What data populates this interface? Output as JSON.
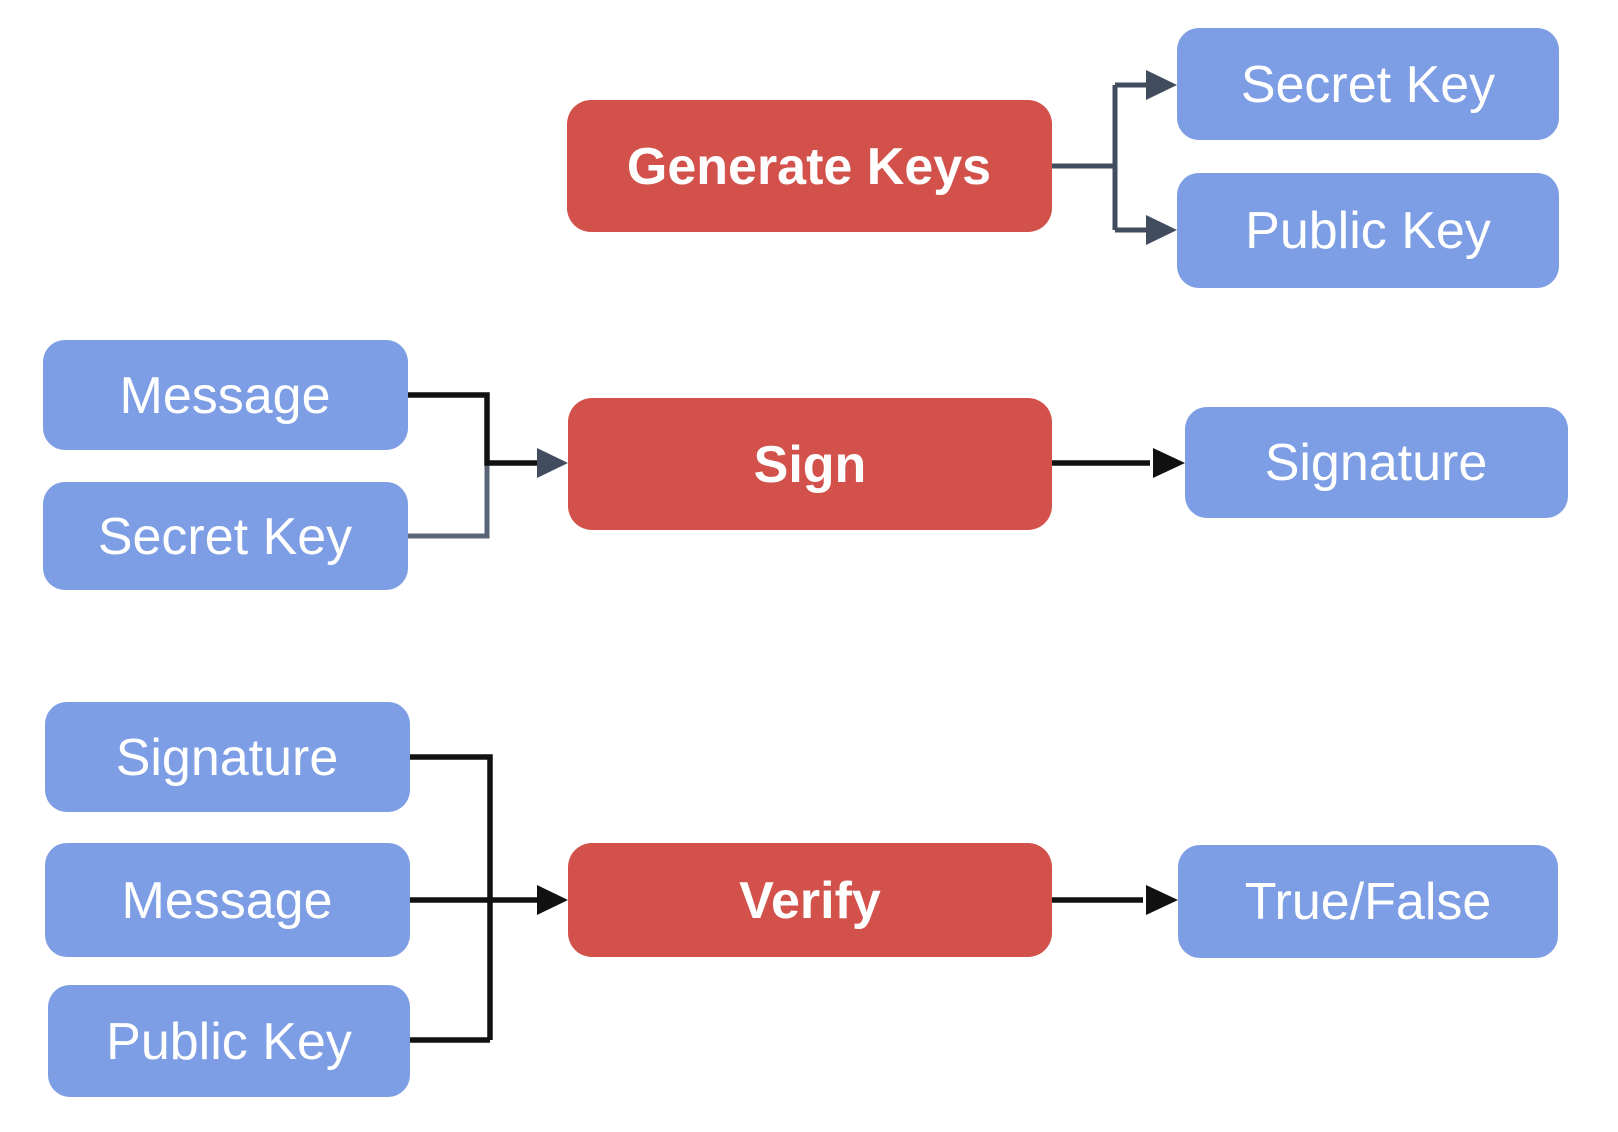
{
  "diagram": {
    "type": "flowchart",
    "topic": "digital-signature-scheme",
    "colors": {
      "process": "#d2524b",
      "data": "#7d9de4",
      "label_text": "#ffffff",
      "connector_dark": "#111111",
      "connector_slate": "#414d5e",
      "connector_slate_light": "#5a6477",
      "background": "#ffffff"
    },
    "sections": {
      "generate": {
        "process": "Generate Keys",
        "outputs": [
          "Secret Key",
          "Public Key"
        ]
      },
      "sign": {
        "inputs": [
          "Message",
          "Secret Key"
        ],
        "process": "Sign",
        "output": "Signature"
      },
      "verify": {
        "inputs": [
          "Signature",
          "Message",
          "Public Key"
        ],
        "process": "Verify",
        "output": "True/False"
      }
    }
  }
}
